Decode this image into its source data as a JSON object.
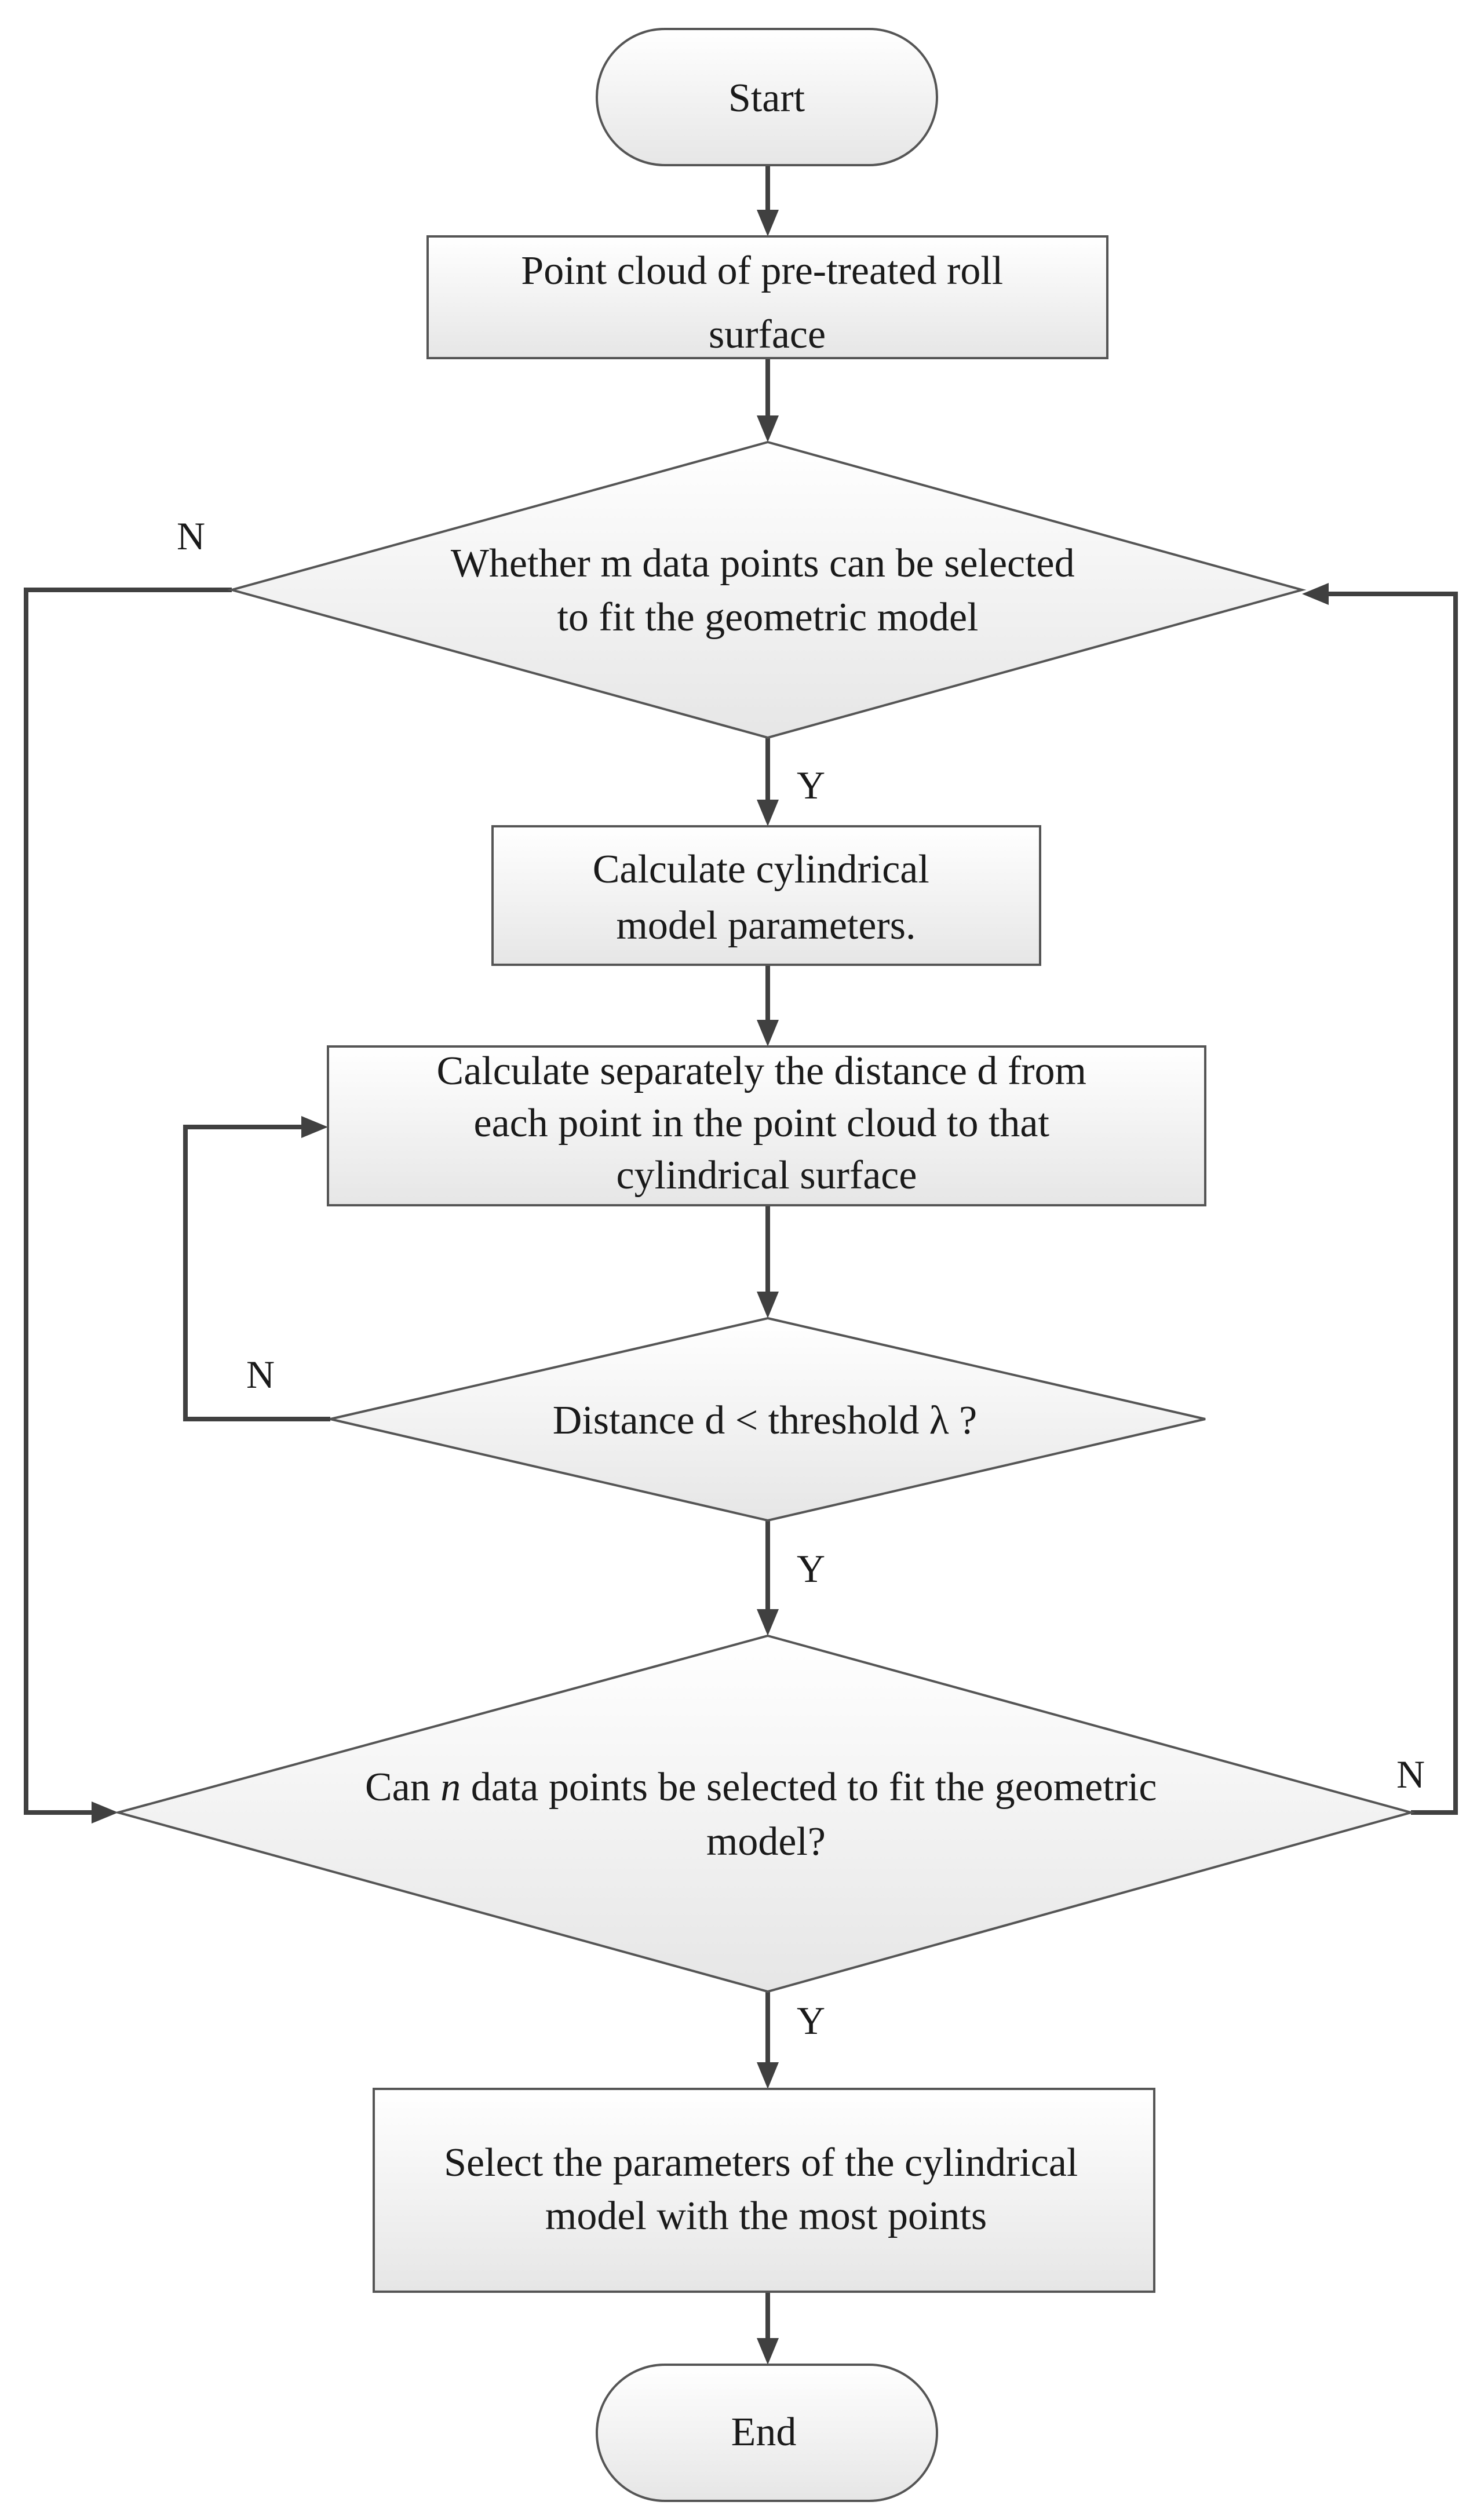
{
  "nodes": {
    "start": "Start",
    "pretreated_cloud": [
      "Point cloud of pre-treated roll",
      "surface"
    ],
    "select_m_points": [
      "Whether m data points can be selected",
      "to fit the geometric model"
    ],
    "calc_cylinder_params": [
      "Calculate cylindrical",
      "model parameters."
    ],
    "calc_distance": [
      "Calculate separately the distance d from",
      "each point in the point cloud to that",
      "cylindrical surface"
    ],
    "distance_check": "Distance d < threshold λ ?",
    "select_n_points": {
      "line1_prefix": "Can ",
      "line1_var": "n",
      "line1_suffix": " data points be selected to fit the geometric",
      "line2": "model?"
    },
    "select_best": [
      "Select the parameters of the cylindrical",
      "model with the most points"
    ],
    "end": "End"
  },
  "branch_labels": {
    "select_m_no": "N",
    "select_m_yes": "Y",
    "distance_no": "N",
    "distance_yes": "Y",
    "select_n_no": "N",
    "select_n_yes": "Y"
  },
  "colors": {
    "shape_fill_top": "#ffffff",
    "shape_fill_bottom": "#e6e6e6",
    "stroke": "#555555",
    "connector": "#404040",
    "text": "#1a1a1a"
  }
}
